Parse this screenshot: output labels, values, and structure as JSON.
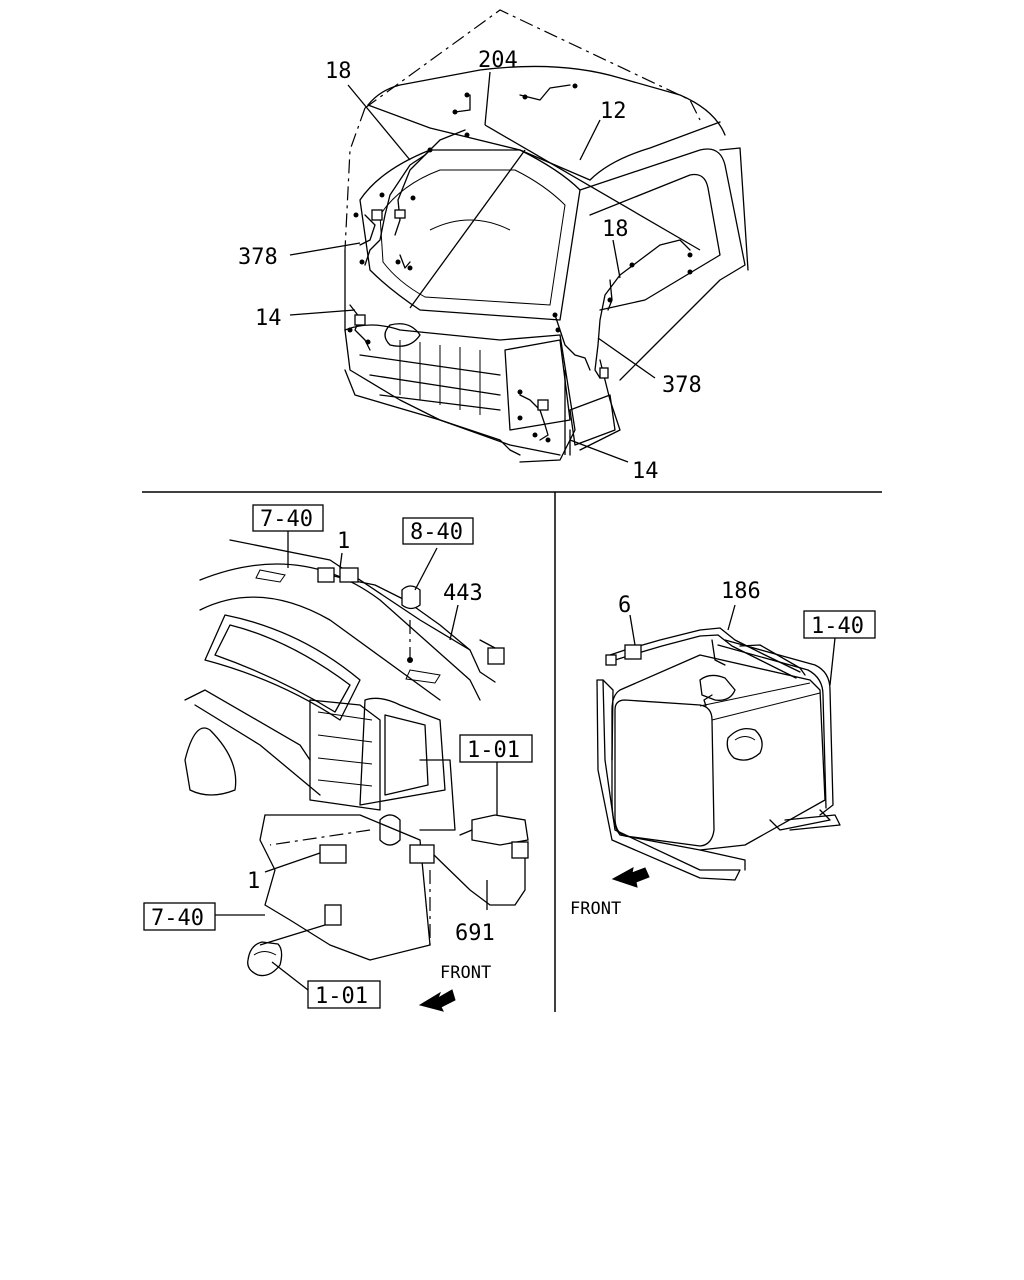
{
  "callouts": {
    "top": {
      "c18_left": "18",
      "c204": "204",
      "c12": "12",
      "c18_right": "18",
      "c378_left": "378",
      "c14_left": "14",
      "c378_right": "378",
      "c14_right": "14"
    },
    "left": {
      "ref_7_40_top": "7-40",
      "c1_top": "1",
      "ref_8_40": "8-40",
      "c443": "443",
      "ref_1_01_right": "1-01",
      "c1_bottom": "1",
      "ref_7_40_bottom": "7-40",
      "c691": "691",
      "ref_1_01_bottom": "1-01",
      "front": "FRONT"
    },
    "right": {
      "c6": "6",
      "c186": "186",
      "ref_1_40": "1-40",
      "front": "FRONT"
    }
  }
}
